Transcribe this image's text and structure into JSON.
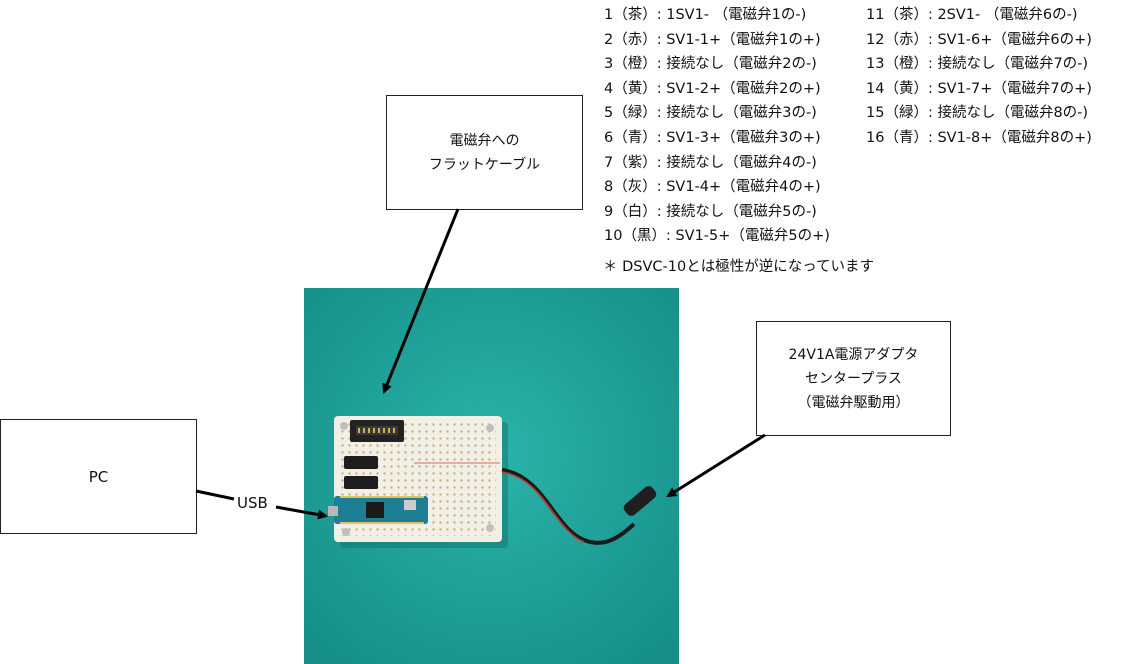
{
  "pinout": {
    "left_column": [
      "1（茶）: 1SV1- （電磁弁1の-)",
      "2（赤）: SV1-1+（電磁弁1の+)",
      "3（橙）: 接続なし（電磁弁2の-)",
      "4（黄）: SV1-2+（電磁弁2の+)",
      "5（緑）: 接続なし（電磁弁3の-)",
      "6（青）: SV1-3+（電磁弁3の+)",
      "7（紫）: 接続なし（電磁弁4の-)",
      "8（灰）: SV1-4+（電磁弁4の+)",
      "9（白）: 接続なし（電磁弁5の-)",
      "10（黒）: SV1-5+（電磁弁5の+)"
    ],
    "right_column": [
      "11（茶）: 2SV1- （電磁弁6の-)",
      "12（赤）: SV1-6+（電磁弁6の+)",
      "13（橙）: 接続なし（電磁弁7の-)",
      "14（黄）: SV1-7+（電磁弁7の+)",
      "15（緑）: 接続なし（電磁弁8の-)",
      "16（青）: SV1-8+（電磁弁8の+)"
    ]
  },
  "note": "＊ DSVC-10とは極性が逆になっています",
  "labels": {
    "cable_box": [
      "電磁弁への",
      "フラットケーブル"
    ],
    "power_box": [
      "24V1A電源アダプタ",
      "センタープラス",
      "（電磁弁駆動用）"
    ],
    "pc_box": "PC",
    "usb": "USB"
  },
  "colors": {
    "background_mat": "#1fa39b",
    "board": "#f1efe6",
    "arduino": "#1d7f96",
    "connector": "#222222"
  }
}
